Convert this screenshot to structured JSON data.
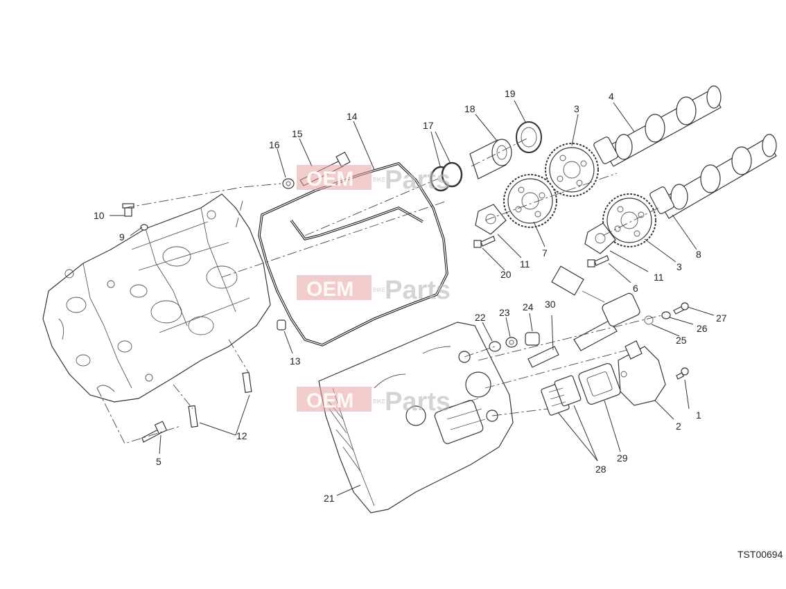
{
  "callouts": {
    "c1": "1",
    "c2": "2",
    "c3a": "3",
    "c3b": "3",
    "c4": "4",
    "c5": "5",
    "c6": "6",
    "c7": "7",
    "c8": "8",
    "c9": "9",
    "c10": "10",
    "c11a": "11",
    "c11b": "11",
    "c12": "12",
    "c13": "13",
    "c14": "14",
    "c15": "15",
    "c16": "16",
    "c17": "17",
    "c18": "18",
    "c19": "19",
    "c20": "20",
    "c21": "21",
    "c22": "22",
    "c23": "23",
    "c24": "24",
    "c25": "25",
    "c26": "26",
    "c27": "27",
    "c28": "28",
    "c29": "29",
    "c30": "30"
  },
  "reference_code": "TST00694",
  "watermark": {
    "word_left": "OEM",
    "word_right": "Parts",
    "word_small": "BIKE"
  },
  "colors": {
    "line": "#333333",
    "background": "#ffffff",
    "watermark": "#e8a0a0"
  }
}
